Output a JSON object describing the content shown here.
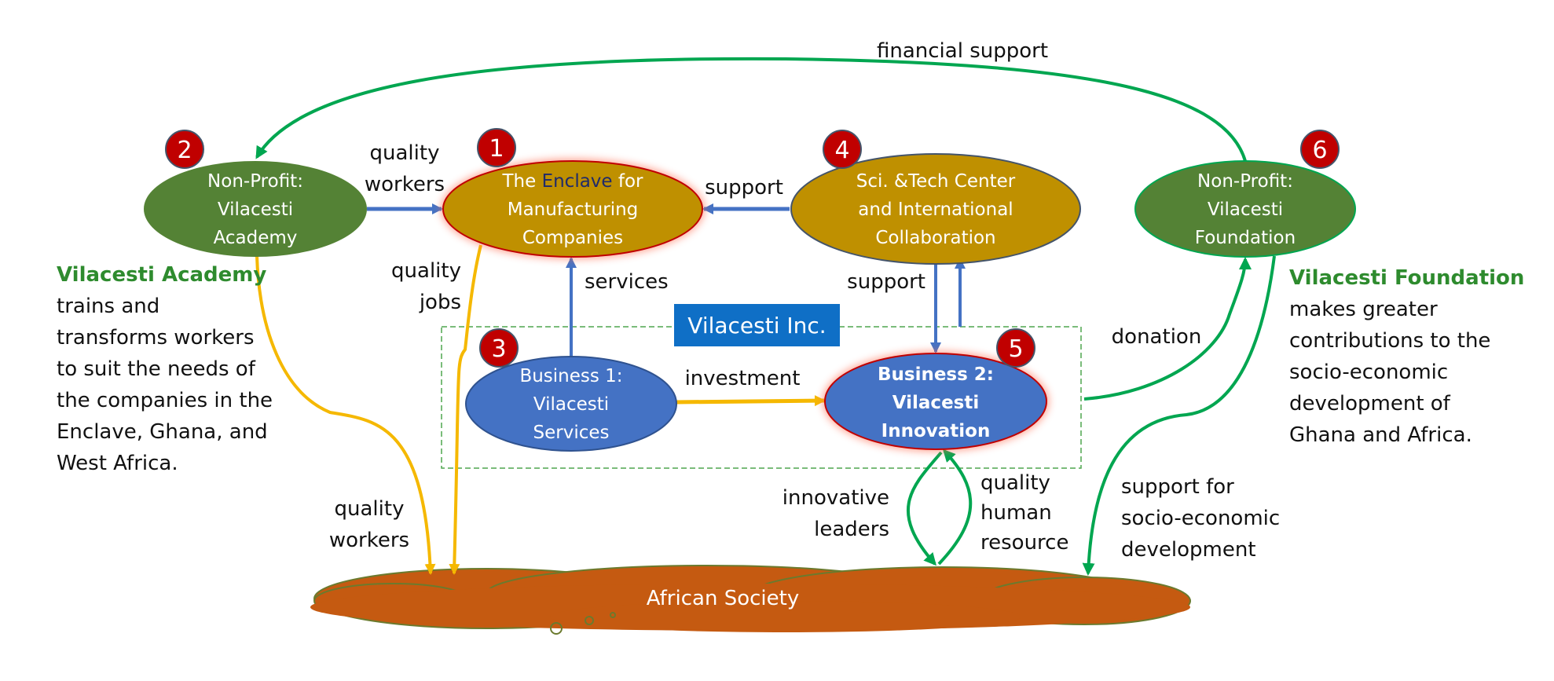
{
  "title_arrow": {
    "financial_support": "financial support"
  },
  "nodes": {
    "academy": {
      "number": "2",
      "lines": [
        "Non-Profit:",
        "Vilacesti",
        "Academy"
      ]
    },
    "enclave": {
      "number": "1",
      "line1_pre": "The ",
      "line1_em": "Enclave",
      "line1_post": " for",
      "lines": [
        "Manufacturing",
        "Companies"
      ]
    },
    "scitech": {
      "number": "4",
      "lines": [
        "Sci. &Tech Center",
        "and International",
        "Collaboration"
      ]
    },
    "foundation": {
      "number": "6",
      "lines": [
        "Non-Profit:",
        "Vilacesti",
        "Foundation"
      ]
    },
    "business1": {
      "number": "3",
      "lines": [
        "Business 1:",
        "Vilacesti",
        "Services"
      ]
    },
    "business2": {
      "number": "5",
      "lines": [
        "Business 2:",
        "Vilacesti",
        "Innovation"
      ]
    },
    "society": {
      "label": "African Society"
    }
  },
  "group": {
    "label": "Vilacesti Inc."
  },
  "edges": {
    "quality_workers_top": [
      "quality",
      "workers"
    ],
    "support_scitech_enclave": "support",
    "quality_jobs": [
      "quality",
      "jobs"
    ],
    "services": "services",
    "support_vertical": "support",
    "investment": "investment",
    "donation": "donation",
    "quality_workers_bottom": [
      "quality",
      "workers"
    ],
    "innovative_leaders": [
      "innovative",
      "leaders"
    ],
    "quality_human_resource": [
      "quality",
      "human",
      "resource"
    ],
    "socio_support": [
      "support for",
      "socio-economic",
      "development"
    ]
  },
  "descriptions": {
    "academy": {
      "heading": "Vilacesti Academy",
      "lines": [
        "trains and",
        "transforms workers",
        "to suit the needs of",
        "the companies in the",
        "Enclave, Ghana, and",
        "West Africa."
      ]
    },
    "foundation": {
      "heading": "Vilacesti Foundation",
      "lines": [
        "makes greater",
        "contributions to the",
        "socio-economic",
        "development of",
        "Ghana and Africa."
      ]
    }
  },
  "colors": {
    "green_node": "#548235",
    "gold_node": "#bf9000",
    "blue_node": "#4472c4",
    "badge": "#c00000",
    "green_arrow": "#00a650",
    "blue_arrow": "#4472c4",
    "yellow_arrow": "#f5b800",
    "society": "#c55a11",
    "inc_box": "#0f6fc6"
  }
}
